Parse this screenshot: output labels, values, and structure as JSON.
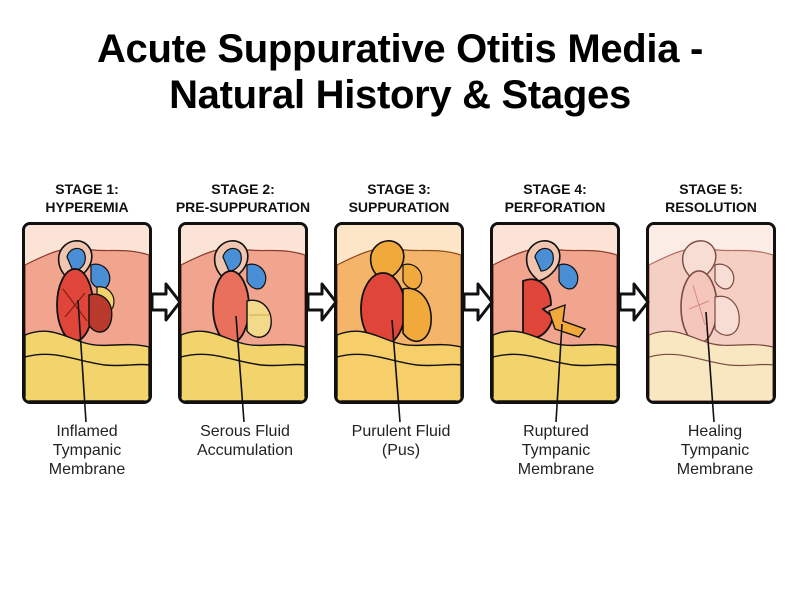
{
  "title": {
    "line1": "Acute Suppurative Otitis Media -",
    "line2": "Natural History & Stages"
  },
  "stages": [
    {
      "heading_line1": "STAGE 1:",
      "heading_line2": "HYPEREMIA",
      "caption_lines": [
        "Inflamed",
        "Tympanic",
        "Membrane"
      ]
    },
    {
      "heading_line1": "STAGE 2:",
      "heading_line2": "PRE-SUPPURATION",
      "caption_lines": [
        "Serous Fluid",
        "Accumulation"
      ]
    },
    {
      "heading_line1": "STAGE 3:",
      "heading_line2": "SUPPURATION",
      "caption_lines": [
        "Purulent Fluid",
        "(Pus)"
      ]
    },
    {
      "heading_line1": "STAGE 4:",
      "heading_line2": "PERFORATION",
      "caption_lines": [
        "Ruptured",
        "Tympanic",
        "Membrane"
      ]
    },
    {
      "heading_line1": "STAGE 5:",
      "heading_line2": "RESOLUTION",
      "caption_lines": [
        "Healing",
        "Tympanic",
        "Membrane"
      ]
    }
  ],
  "colors": {
    "outline": "#111111",
    "tissue": "#f2a58e",
    "membrane_inflamed": "#e0453a",
    "membrane_pus": "#f08a2c",
    "fluid_serous": "#f3d98a",
    "fluid_pus": "#f2a93b",
    "ossicle_blue": "#4a8fd6",
    "bone_yellow": "#f3d36b",
    "healing": "#f4c6bc"
  },
  "icons": [
    "arrow-right-icon"
  ]
}
